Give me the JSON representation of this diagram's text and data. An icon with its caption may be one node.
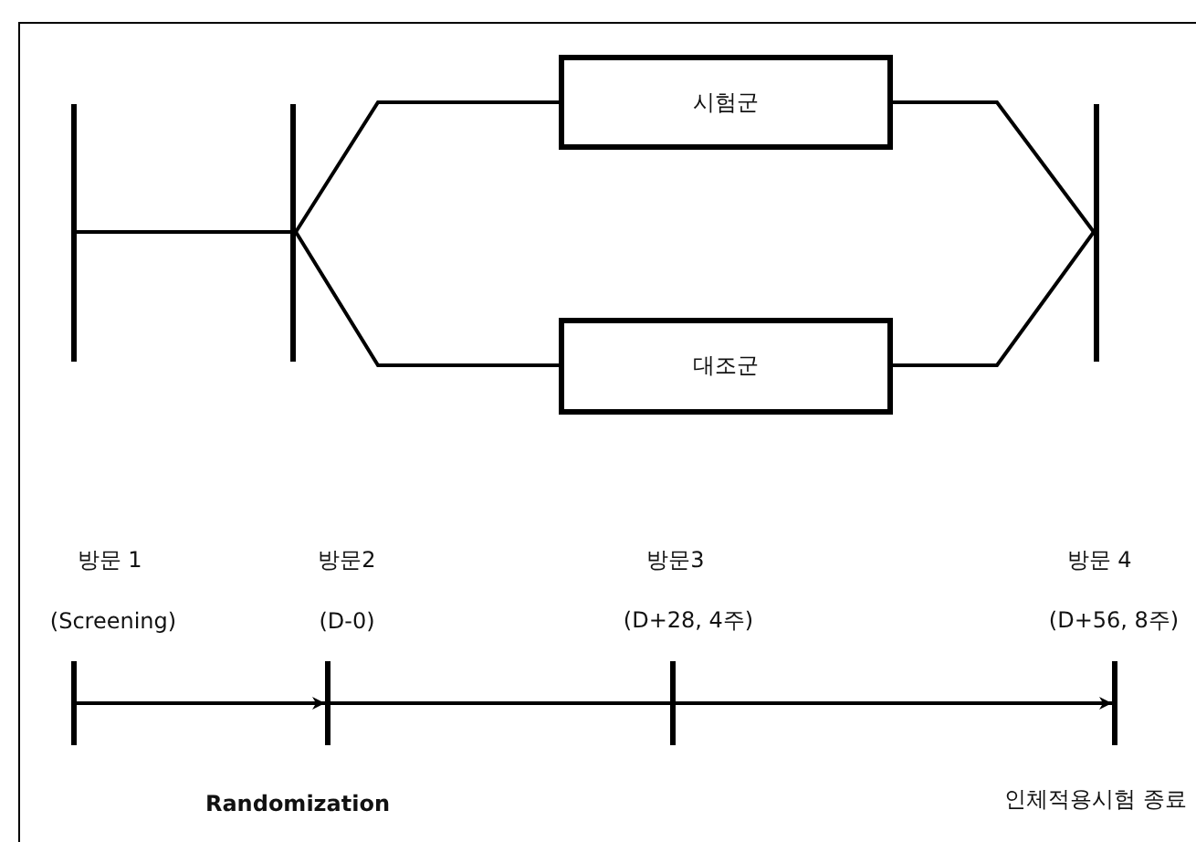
{
  "diagram": {
    "nodes": [
      {
        "text": [],
        "shape": "bar"
      },
      {
        "text": [],
        "shape": "bar"
      },
      {
        "text": [
          "시험군"
        ]
      },
      {
        "text": [
          "대조군"
        ]
      },
      {
        "text": [],
        "shape": "bar"
      },
      {
        "text": [],
        "shape": "bar",
        "beside": [
          "방문 1",
          "(Screening)"
        ]
      },
      {
        "text": [],
        "shape": "bar",
        "beside": [
          "방문2",
          "(D-0)"
        ]
      },
      {
        "text": [],
        "shape": "bar",
        "beside": [
          "방문3",
          "(D+28, 4주)"
        ]
      },
      {
        "text": [],
        "shape": "bar",
        "beside": [
          "방문 4",
          "(D+56, 8주)",
          "인체적용시험 종료"
        ]
      }
    ],
    "edges": [
      {
        "from": 0,
        "to": 1,
        "arrow": "none"
      },
      {
        "from": 1,
        "to": 2,
        "arrow": "none"
      },
      {
        "from": 1,
        "to": 3,
        "arrow": "none"
      },
      {
        "from": 2,
        "to": 4,
        "arrow": "none"
      },
      {
        "from": 3,
        "to": 4,
        "arrow": "none"
      },
      {
        "from": 5,
        "to": 6,
        "arrow": "to"
      },
      {
        "from": 6,
        "to": 7,
        "arrow": "none"
      },
      {
        "from": 7,
        "to": 8,
        "arrow": "to"
      }
    ],
    "labels": [
      "Randomization"
    ]
  }
}
